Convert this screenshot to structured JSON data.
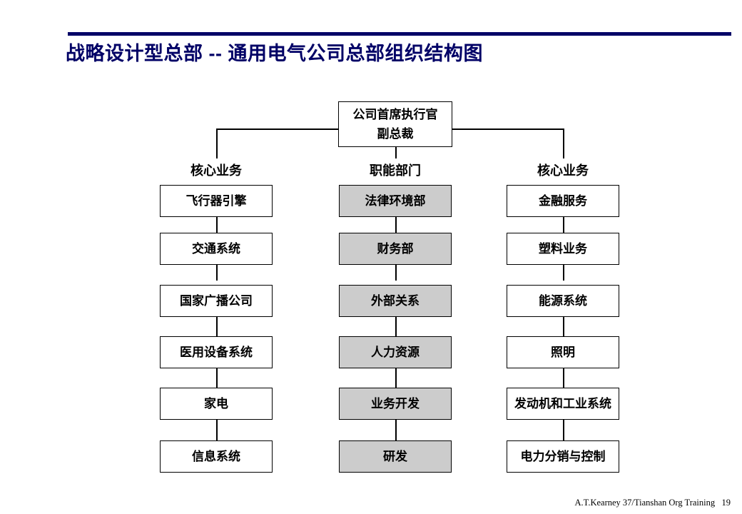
{
  "slide": {
    "title": "战略设计型总部 -- 通用电气公司总部组织结构图",
    "accent_color": "#000066",
    "box_border_color": "#000000",
    "shaded_fill_color": "#cccccc",
    "background_color": "#ffffff"
  },
  "org_chart": {
    "root": {
      "line1": "公司首席执行官",
      "line2": "副总裁"
    },
    "columns": [
      {
        "header": "核心业务",
        "shaded": false,
        "nodes": [
          "飞行器引擎",
          "交通系统",
          "国家广播公司",
          "医用设备系统",
          "家电",
          "信息系统"
        ]
      },
      {
        "header": "职能部门",
        "shaded": true,
        "nodes": [
          "法律环境部",
          "财务部",
          "外部关系",
          "人力资源",
          "业务开发",
          "研发"
        ]
      },
      {
        "header": "核心业务",
        "shaded": false,
        "nodes": [
          "金融服务",
          "塑料业务",
          "能源系统",
          "照明",
          "发动机和工业系统",
          "电力分销与控制"
        ]
      }
    ]
  },
  "footer": {
    "note": "A.T.Kearney 37/Tianshan Org Training   19"
  }
}
